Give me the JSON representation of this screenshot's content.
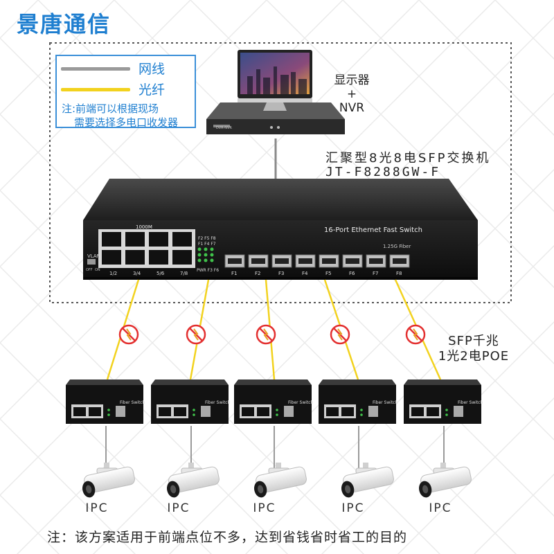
{
  "brand": "景唐通信",
  "legend": {
    "cable_label": "网线",
    "fiber_label": "光纤",
    "note_line1": "注:前端可以根据现场",
    "note_line2": "需要选择多电口收发器"
  },
  "monitor": {
    "line1": "显示器",
    "line2": "+",
    "line3": "NVR"
  },
  "switch": {
    "title": "汇聚型8光8电SFP交换机",
    "model": "JT-F8288GW-F",
    "panel_title": "16-Port Ethernet Fast Switch",
    "rj45_header": "1000M",
    "fiber_header": "1.25G Fiber",
    "vlan": "VLAN",
    "off": "OFF",
    "on": "ON",
    "port_labels": [
      "1/2",
      "3/4",
      "5/6",
      "7/8"
    ],
    "sfp_labels": [
      "F1",
      "F2",
      "F3",
      "F4",
      "F5",
      "F6",
      "F7",
      "F8"
    ],
    "led_top": "F2 F5 F8",
    "led_mid": "F1 F4 F7",
    "led_bottom": "PWR F3 F6"
  },
  "sfp_label": {
    "line1": "SFP千兆",
    "line2": "1光2电POE"
  },
  "media_converter": {
    "label": "Fiber Switch"
  },
  "nvr_badge": "DVR-NVR",
  "ipc_labels": [
    "IPC",
    "IPC",
    "IPC",
    "IPC",
    "IPC"
  ],
  "footer": "注：该方案适用于前端点位不多，达到省钱省时省工的目的",
  "colors": {
    "brand": "#1f7fd0",
    "cable": "#9a9a9a",
    "fiber": "#f2d21e",
    "dashed_border": "#555555",
    "no_symbol": "#e33030"
  }
}
